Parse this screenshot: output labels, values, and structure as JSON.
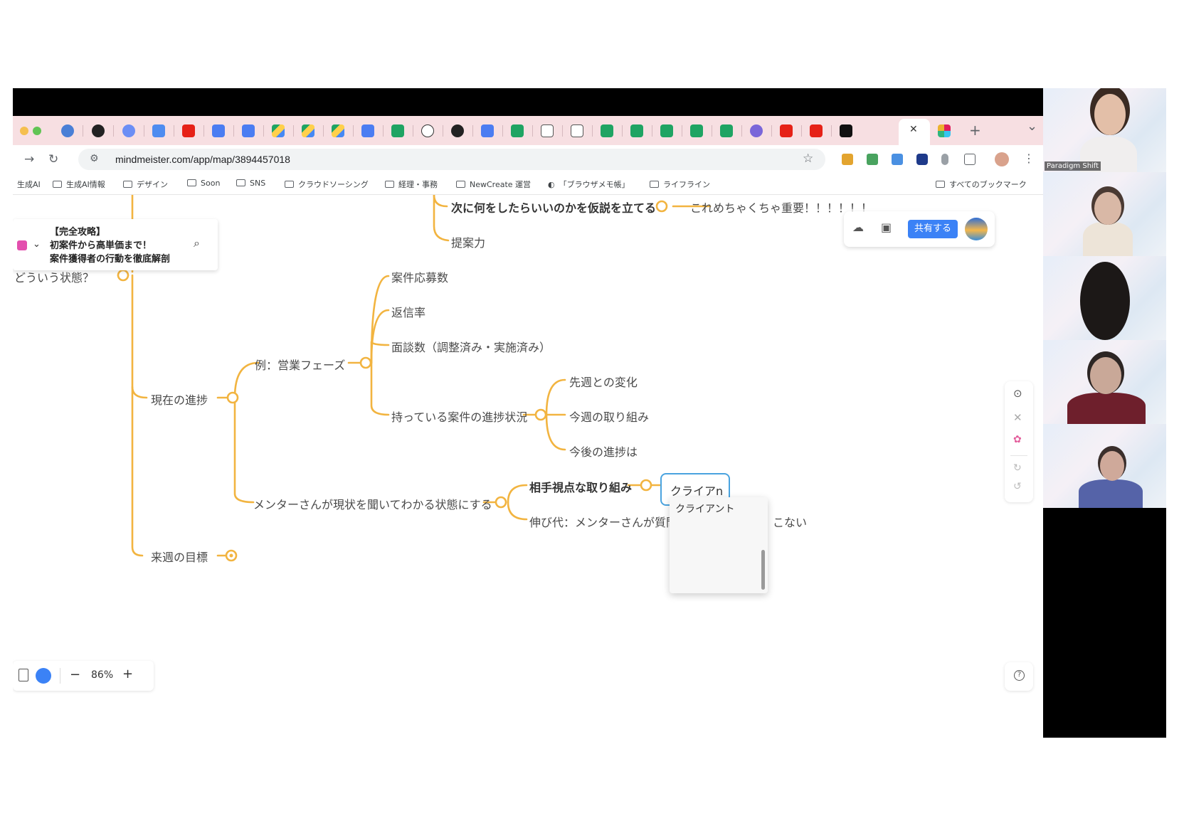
{
  "browser": {
    "url": "mindmeister.com/app/map/3894457018",
    "tab_close": "✕",
    "new_tab": "+",
    "tab_menu": "⌄"
  },
  "bookmarks": {
    "items": [
      "生成AI",
      "生成AI情報",
      "デザイン",
      "Soon",
      "SNS",
      "クラウドソーシング",
      "経理・事務",
      "NewCreate 運営",
      "「ブラウザメモ帳」",
      "ライフライン"
    ],
    "all_bookmarks": "すべてのブックマーク"
  },
  "map": {
    "title_lines": [
      "【完全攻略】",
      "初案件から高単価まで！",
      "案件獲得者の行動を徹底解剖"
    ],
    "share_label": "共有する",
    "nodes": {
      "hypothesis": "次に何をしたらいいのかを仮説を立てる",
      "very_important": "これめちゃくちゃ重要！！！！！！",
      "proposal": "提案力",
      "state": "どういう状態？",
      "applications": "案件応募数",
      "reply_rate": "返信率",
      "interviews": "面談数（調整済み・実施済み）",
      "sales_phase": "例：営業フェーズ",
      "current_progress": "現在の進捗",
      "case_progress": "持っている案件の進捗状況",
      "last_week_change": "先週との変化",
      "this_week": "今週の取り組み",
      "future_progress": "今後の進捗は",
      "client_view": "相手視点な取り組み",
      "mentor_understand": "メンターさんが現状を聞いてわかる状態にする",
      "growth_left": "伸び代：メンターさんが質問",
      "growth_right": "こない",
      "next_goal": "来週の目標"
    },
    "edit_value": "クライアn",
    "suggestion": "クライアント",
    "zoom": "86%",
    "zoom_minus": "−",
    "zoom_plus": "+",
    "help": "?"
  },
  "participants": {
    "first_name": "Paradigm Shift"
  },
  "colors": {
    "branch": "#f2b440",
    "share": "#3b82f6",
    "edit_border": "#4aa3df"
  }
}
